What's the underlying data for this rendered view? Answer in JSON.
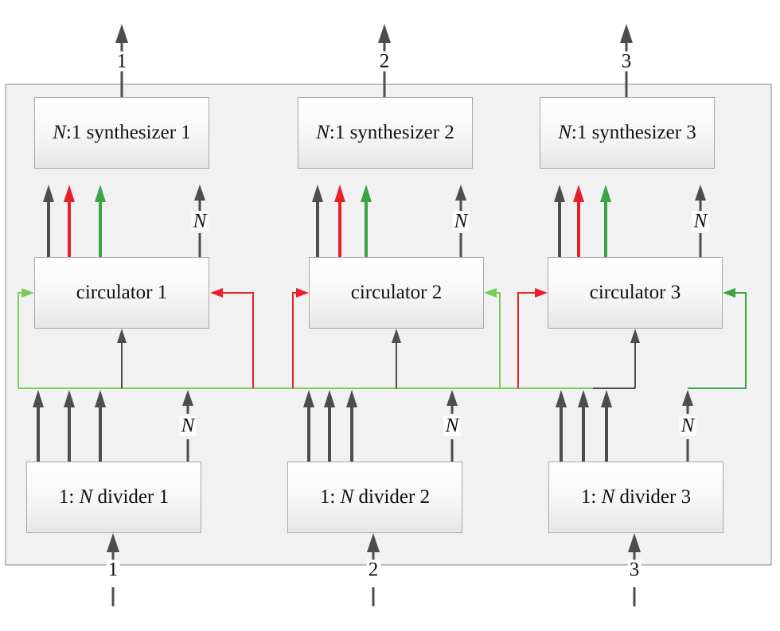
{
  "colors": {
    "frame_border": "#9a9a9a",
    "frame_fill": "#f1f1f1",
    "dark_line": "#4d4d4d",
    "red_line": "#e8202a",
    "green_line": "#3aa346",
    "light_green_line": "#7ccc5a"
  },
  "outputs": [
    "1",
    "2",
    "3"
  ],
  "inputs": [
    "1",
    "2",
    "3"
  ],
  "synthesizers": [
    {
      "prefix": "N",
      "text": ":1 synthesizer 1"
    },
    {
      "prefix": "N",
      "text": ":1 synthesizer 2"
    },
    {
      "prefix": "N",
      "text": ":1 synthesizer 3"
    }
  ],
  "circulators": [
    "circulator 1",
    "circulator 2",
    "circulator 3"
  ],
  "dividers": [
    {
      "prefix": "1: ",
      "n": "N",
      "suffix": " divider 1"
    },
    {
      "prefix": "1: ",
      "n": "N",
      "suffix": " divider 2"
    },
    {
      "prefix": "1: ",
      "n": "N",
      "suffix": " divider 3"
    }
  ],
  "n_label": "N"
}
